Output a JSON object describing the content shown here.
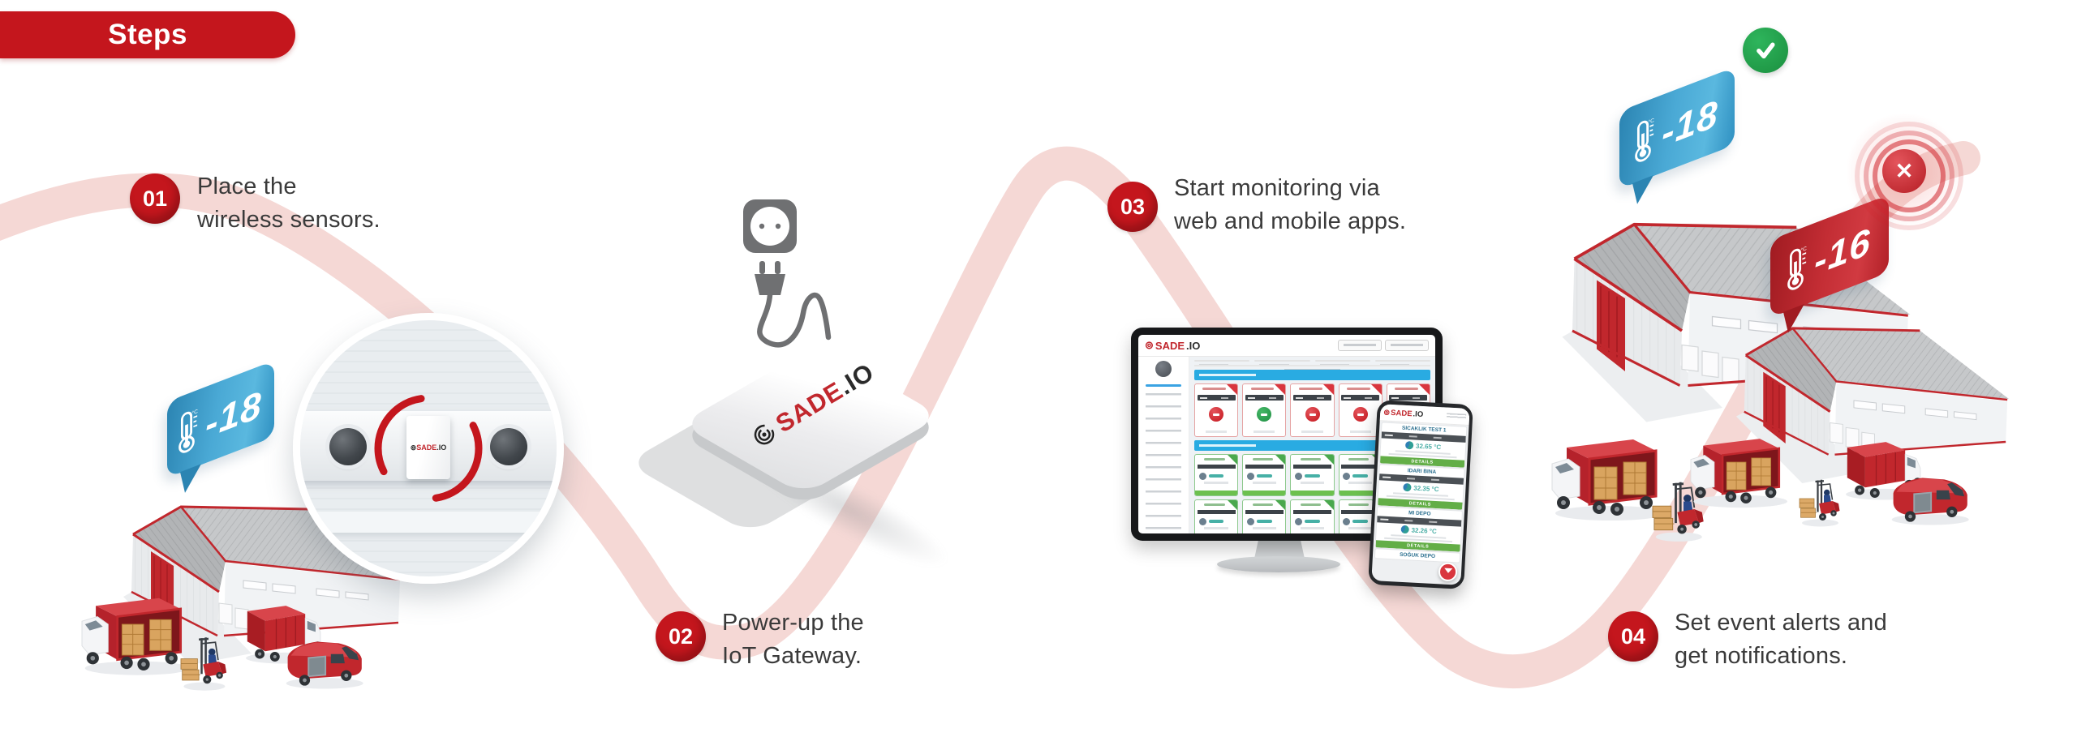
{
  "banner": {
    "label": "Steps"
  },
  "brand": {
    "name": "SADE",
    "tld": ".IO"
  },
  "icons": {
    "brand_mark": "⊚",
    "checkmark": "check",
    "cross": "✕",
    "thermometer": "thermometer-icon",
    "plug": "power-plug-icon"
  },
  "unit": "°C",
  "steps": [
    {
      "num": "01",
      "lines": [
        "Place the",
        "wireless sensors."
      ]
    },
    {
      "num": "02",
      "lines": [
        "Power-up the",
        "IoT Gateway."
      ]
    },
    {
      "num": "03",
      "lines": [
        "Start monitoring via",
        "web and mobile apps."
      ]
    },
    {
      "num": "04",
      "lines": [
        "Set event alerts and",
        "get notifications."
      ]
    }
  ],
  "bubbles": [
    {
      "location": "left-warehouse",
      "reading": "-18"
    },
    {
      "location": "right-warehouse-ok",
      "reading": "-18"
    },
    {
      "location": "right-warehouse-alert",
      "reading": "-16"
    }
  ],
  "phone": {
    "cards": [
      {
        "title": "SICAKLIK TEST 1",
        "temp": "32.65 °C",
        "action": "DETAILS"
      },
      {
        "title": "IDARI BINA",
        "temp": "32.35 °C",
        "action": "DETAILS"
      },
      {
        "title": "MI DEPO",
        "temp": "32.26 °C",
        "action": "DETAILS"
      },
      {
        "title": "SOĞUK DEPO",
        "temp": "",
        "action": ""
      }
    ]
  },
  "colors": {
    "accent_red": "#c4161d",
    "connector_pink": "#f5d8d5",
    "bubble_blue": "#3aa0cf",
    "bubble_red": "#c1272d",
    "check_green": "#1f9e48",
    "dashboard_blue": "#29abe2"
  }
}
